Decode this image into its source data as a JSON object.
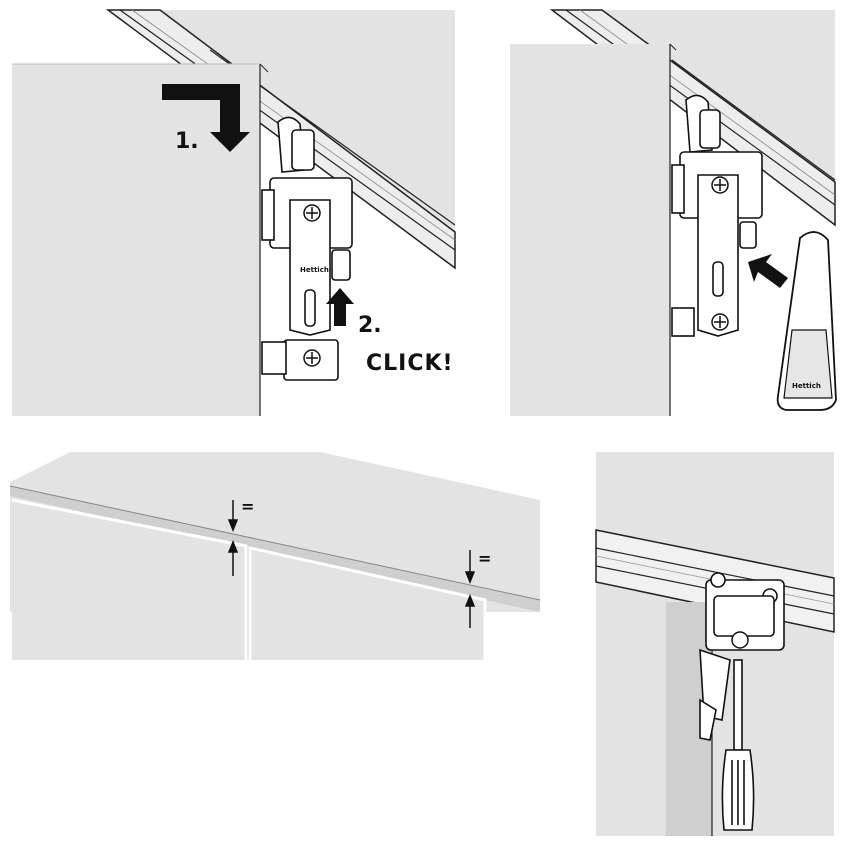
{
  "panel1": {
    "step1_label": "1.",
    "step2_label": "2.",
    "click_label": "CLICK!",
    "brand": "Hettich"
  },
  "panel2": {
    "brand": "Hettich"
  },
  "panel3": {
    "gap_left_label": "=",
    "gap_right_label": "="
  },
  "colors": {
    "panel_fill": "#e3e3e3",
    "rail_fill": "#ececec",
    "stroke": "#1a1a1a",
    "arrow": "#111111"
  },
  "icons": [
    "arrow-down-icon",
    "arrow-up-icon",
    "arrow-diagonal-icon",
    "screw-icon",
    "screwdriver-icon",
    "removal-tool-icon",
    "dimension-arrow-icon"
  ]
}
